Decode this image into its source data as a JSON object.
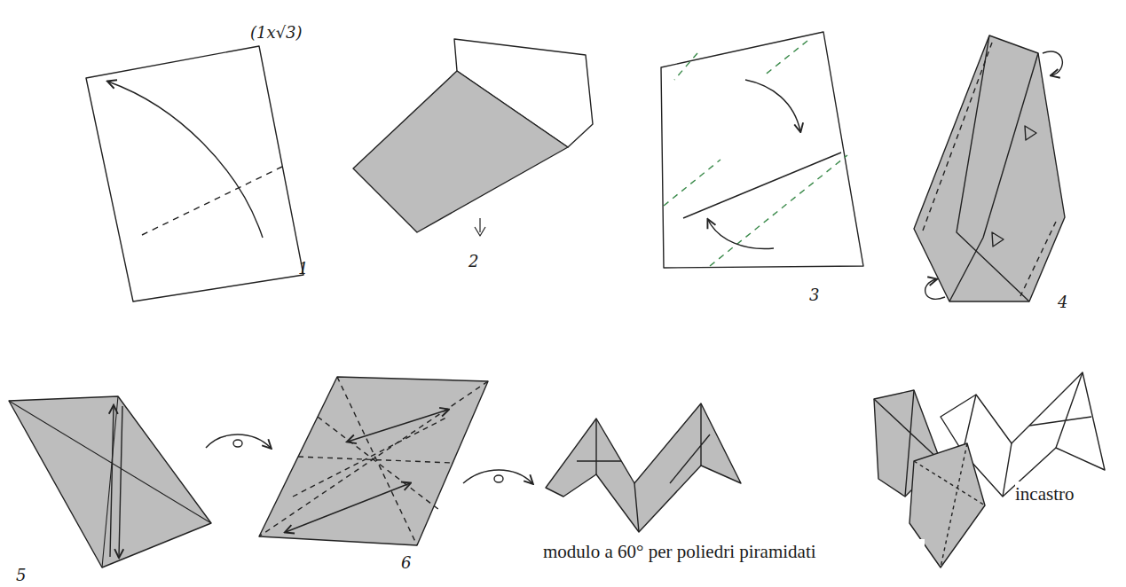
{
  "diagram": {
    "labels": [
      "(1x√3)",
      "1",
      "2",
      "3",
      "4",
      "5",
      "6",
      "modulo a 60° per poliedri piramidati",
      "incastro"
    ]
  }
}
